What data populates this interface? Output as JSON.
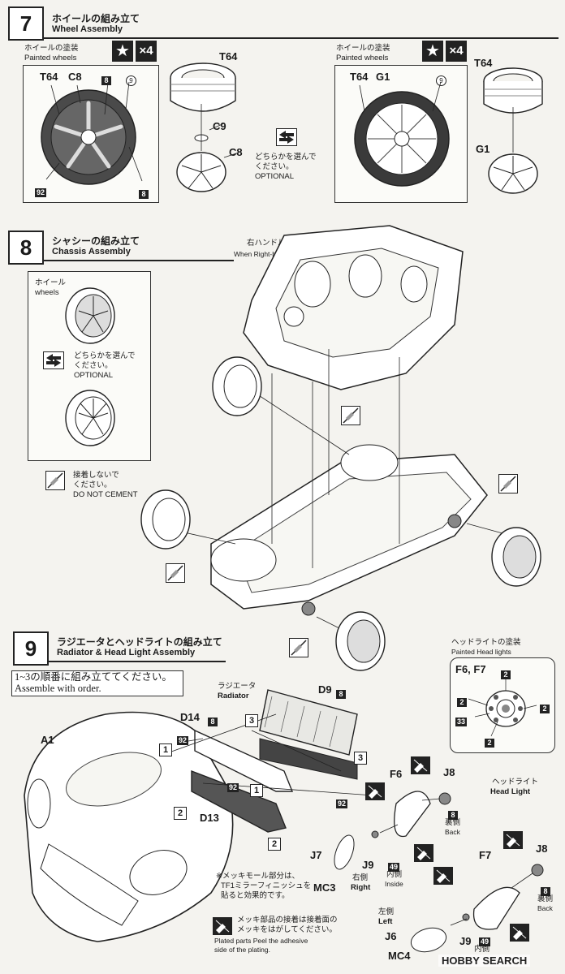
{
  "step7": {
    "num": "7",
    "title_jp": "ホイールの組み立て",
    "title_en": "Wheel Assembly",
    "left_box": {
      "jp": "ホイールの塗装",
      "en": "Painted wheels",
      "times": "×4",
      "labels": {
        "t64": "T64",
        "c8": "C8",
        "b8a": "8",
        "c9": "9",
        "b92": "92",
        "b8b": "8"
      }
    },
    "center": {
      "t64": "T64",
      "c9": "C9",
      "c8": "C8",
      "opt_jp1": "どちらかを選んで",
      "opt_jp2": "ください。",
      "opt_en": "OPTIONAL"
    },
    "right_box": {
      "jp": "ホイールの塗装",
      "en": "Painted wheels",
      "times": "×4",
      "labels": {
        "t64": "T64",
        "g1": "G1",
        "c9": "9"
      }
    },
    "right": {
      "t64": "T64",
      "g1": "G1"
    }
  },
  "step8": {
    "num": "8",
    "title_jp": "シャシーの組み立て",
    "title_en": "Chassis Assembly",
    "rhd_jp": "右ハンドル車の場合",
    "rhd_en": "When Right-hand drive.",
    "box": {
      "jp": "ホイール",
      "en": "wheels",
      "opt_jp1": "どちらかを選んで",
      "opt_jp2": "ください。",
      "opt_en": "OPTIONAL"
    },
    "nocement_jp1": "接着しないで",
    "nocement_jp2": "ください。",
    "nocement_en": "DO NOT CEMENT"
  },
  "step9": {
    "num": "9",
    "title_jp": "ラジエータとヘッドライトの組み立て",
    "title_en": "Radiator & Head Light Assembly",
    "order_jp": "1~3の順番に組み立ててください。",
    "order_en": "Assemble with order.",
    "radiator_jp": "ラジエータ",
    "radiator_en": "Radiator",
    "headlight_box": {
      "jp": "ヘッドライトの塗装",
      "en": "Painted Head lights",
      "f": "F6, F7",
      "n2a": "2",
      "n2b": "2",
      "n2c": "2",
      "n2d": "2",
      "n33": "33"
    },
    "parts": {
      "d9": "D9",
      "b8d9": "8",
      "d14": "D14",
      "b8d14": "8",
      "a1": "A1",
      "b92a": "92",
      "b92b": "92",
      "b92c": "92",
      "d13": "D13",
      "s1a": "1",
      "s1b": "1",
      "s2a": "2",
      "s2b": "2",
      "s3a": "3",
      "s3b": "3",
      "f6": "F6",
      "j8a": "J8",
      "b8a": "8",
      "back_jp_a": "裏側",
      "back_en_a": "Back",
      "hl_jp": "ヘッドライト",
      "hl_en": "Head Light",
      "j7": "J7",
      "mc3": "MC3",
      "j9a": "J9",
      "b49a": "49",
      "inside_jp_a": "内側",
      "inside_en_a": "Inside",
      "right_jp": "右側",
      "right_en": "Right",
      "f7": "F7",
      "j8b": "J8",
      "b8b": "8",
      "back_jp_b": "裏側",
      "back_en_b": "Back",
      "left_jp": "左側",
      "left_en": "Left",
      "j6": "J6",
      "mc4": "MC4",
      "j9b": "J9",
      "b49b": "49",
      "inside_jp_b": "内側"
    },
    "mirror_note1": "※メッキモール部分は、",
    "mirror_note2": "TF1ミラーフィニッシュを",
    "mirror_note3": "貼ると効果的です。",
    "plating_jp1": "メッキ部品の接着は接着面の",
    "plating_jp2": "メッキをはがしてください。",
    "plating_en1": "Plated parts Peel the adhesive",
    "plating_en2": "side of the plating."
  },
  "watermark": "HOBBY SEARCH"
}
